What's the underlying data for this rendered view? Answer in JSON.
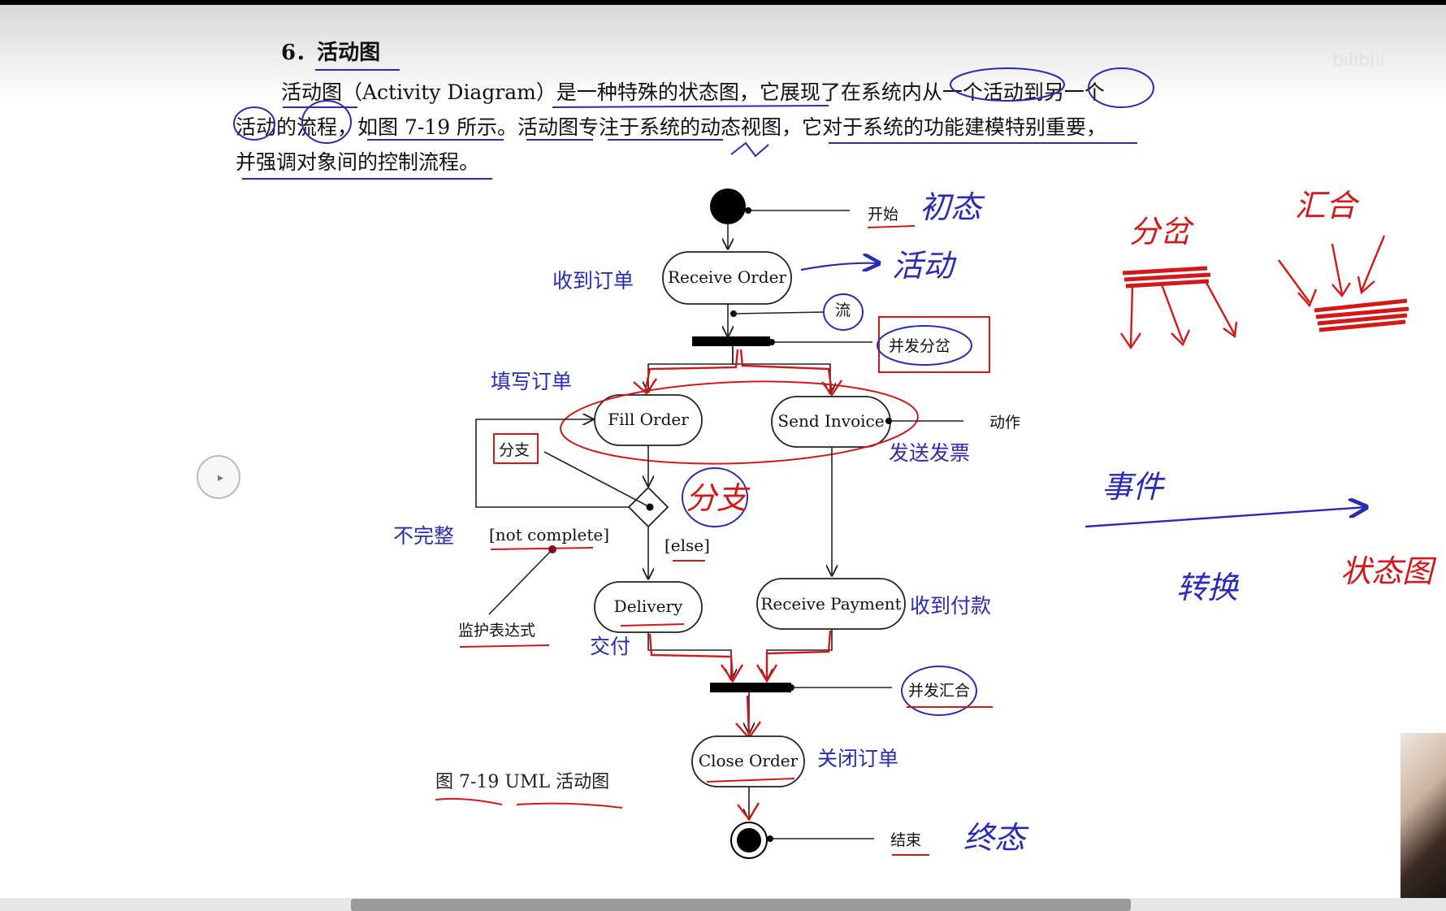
{
  "heading": "6．活动图",
  "paragraph": {
    "line1": "活动图（Activity Diagram）是一种特殊的状态图，它展现了在系统内从一个活动到另一个",
    "line2": "活动的流程，如图 7-19 所示。活动图专注于系统的动态视图，它对于系统的功能建模特别重要，",
    "line3": "并强调对象间的控制流程。"
  },
  "nodes": {
    "receive_order": "Receive Order",
    "fill_order": "Fill Order",
    "send_invoice": "Send Invoice",
    "delivery": "Delivery",
    "receive_payment": "Receive Payment",
    "close_order": "Close Order"
  },
  "labels": {
    "start": "开始",
    "flow": "流",
    "fork": "并发分岔",
    "action": "动作",
    "branch": "分支",
    "guard_not_complete": "[not complete]",
    "guard_else": "[else]",
    "guard_expression": "监护表达式",
    "join": "并发汇合",
    "end": "结束"
  },
  "figure_caption": "图 7-19   UML 活动图",
  "annotations": {
    "receive_order_cn": "收到订单",
    "fill_order_cn": "填写订单",
    "send_invoice_cn": "发送发票",
    "not_complete_cn": "不完整",
    "delivery_cn": "交付",
    "receive_payment_cn": "收到付款",
    "close_order_cn": "关闭订单",
    "initial_hand": "初态",
    "activity_hand": "活动",
    "branch_hand": "分支",
    "final_hand": "终态",
    "fork_hand": "分岔",
    "join_hand": "汇合",
    "event_hand": "事件",
    "transition_hand": "转换",
    "state_hand": "状态图"
  },
  "watermark": "bilibili",
  "colors": {
    "ink": "#111111",
    "pen_blue": "#2a2ab8",
    "pen_red": "#d41818"
  }
}
